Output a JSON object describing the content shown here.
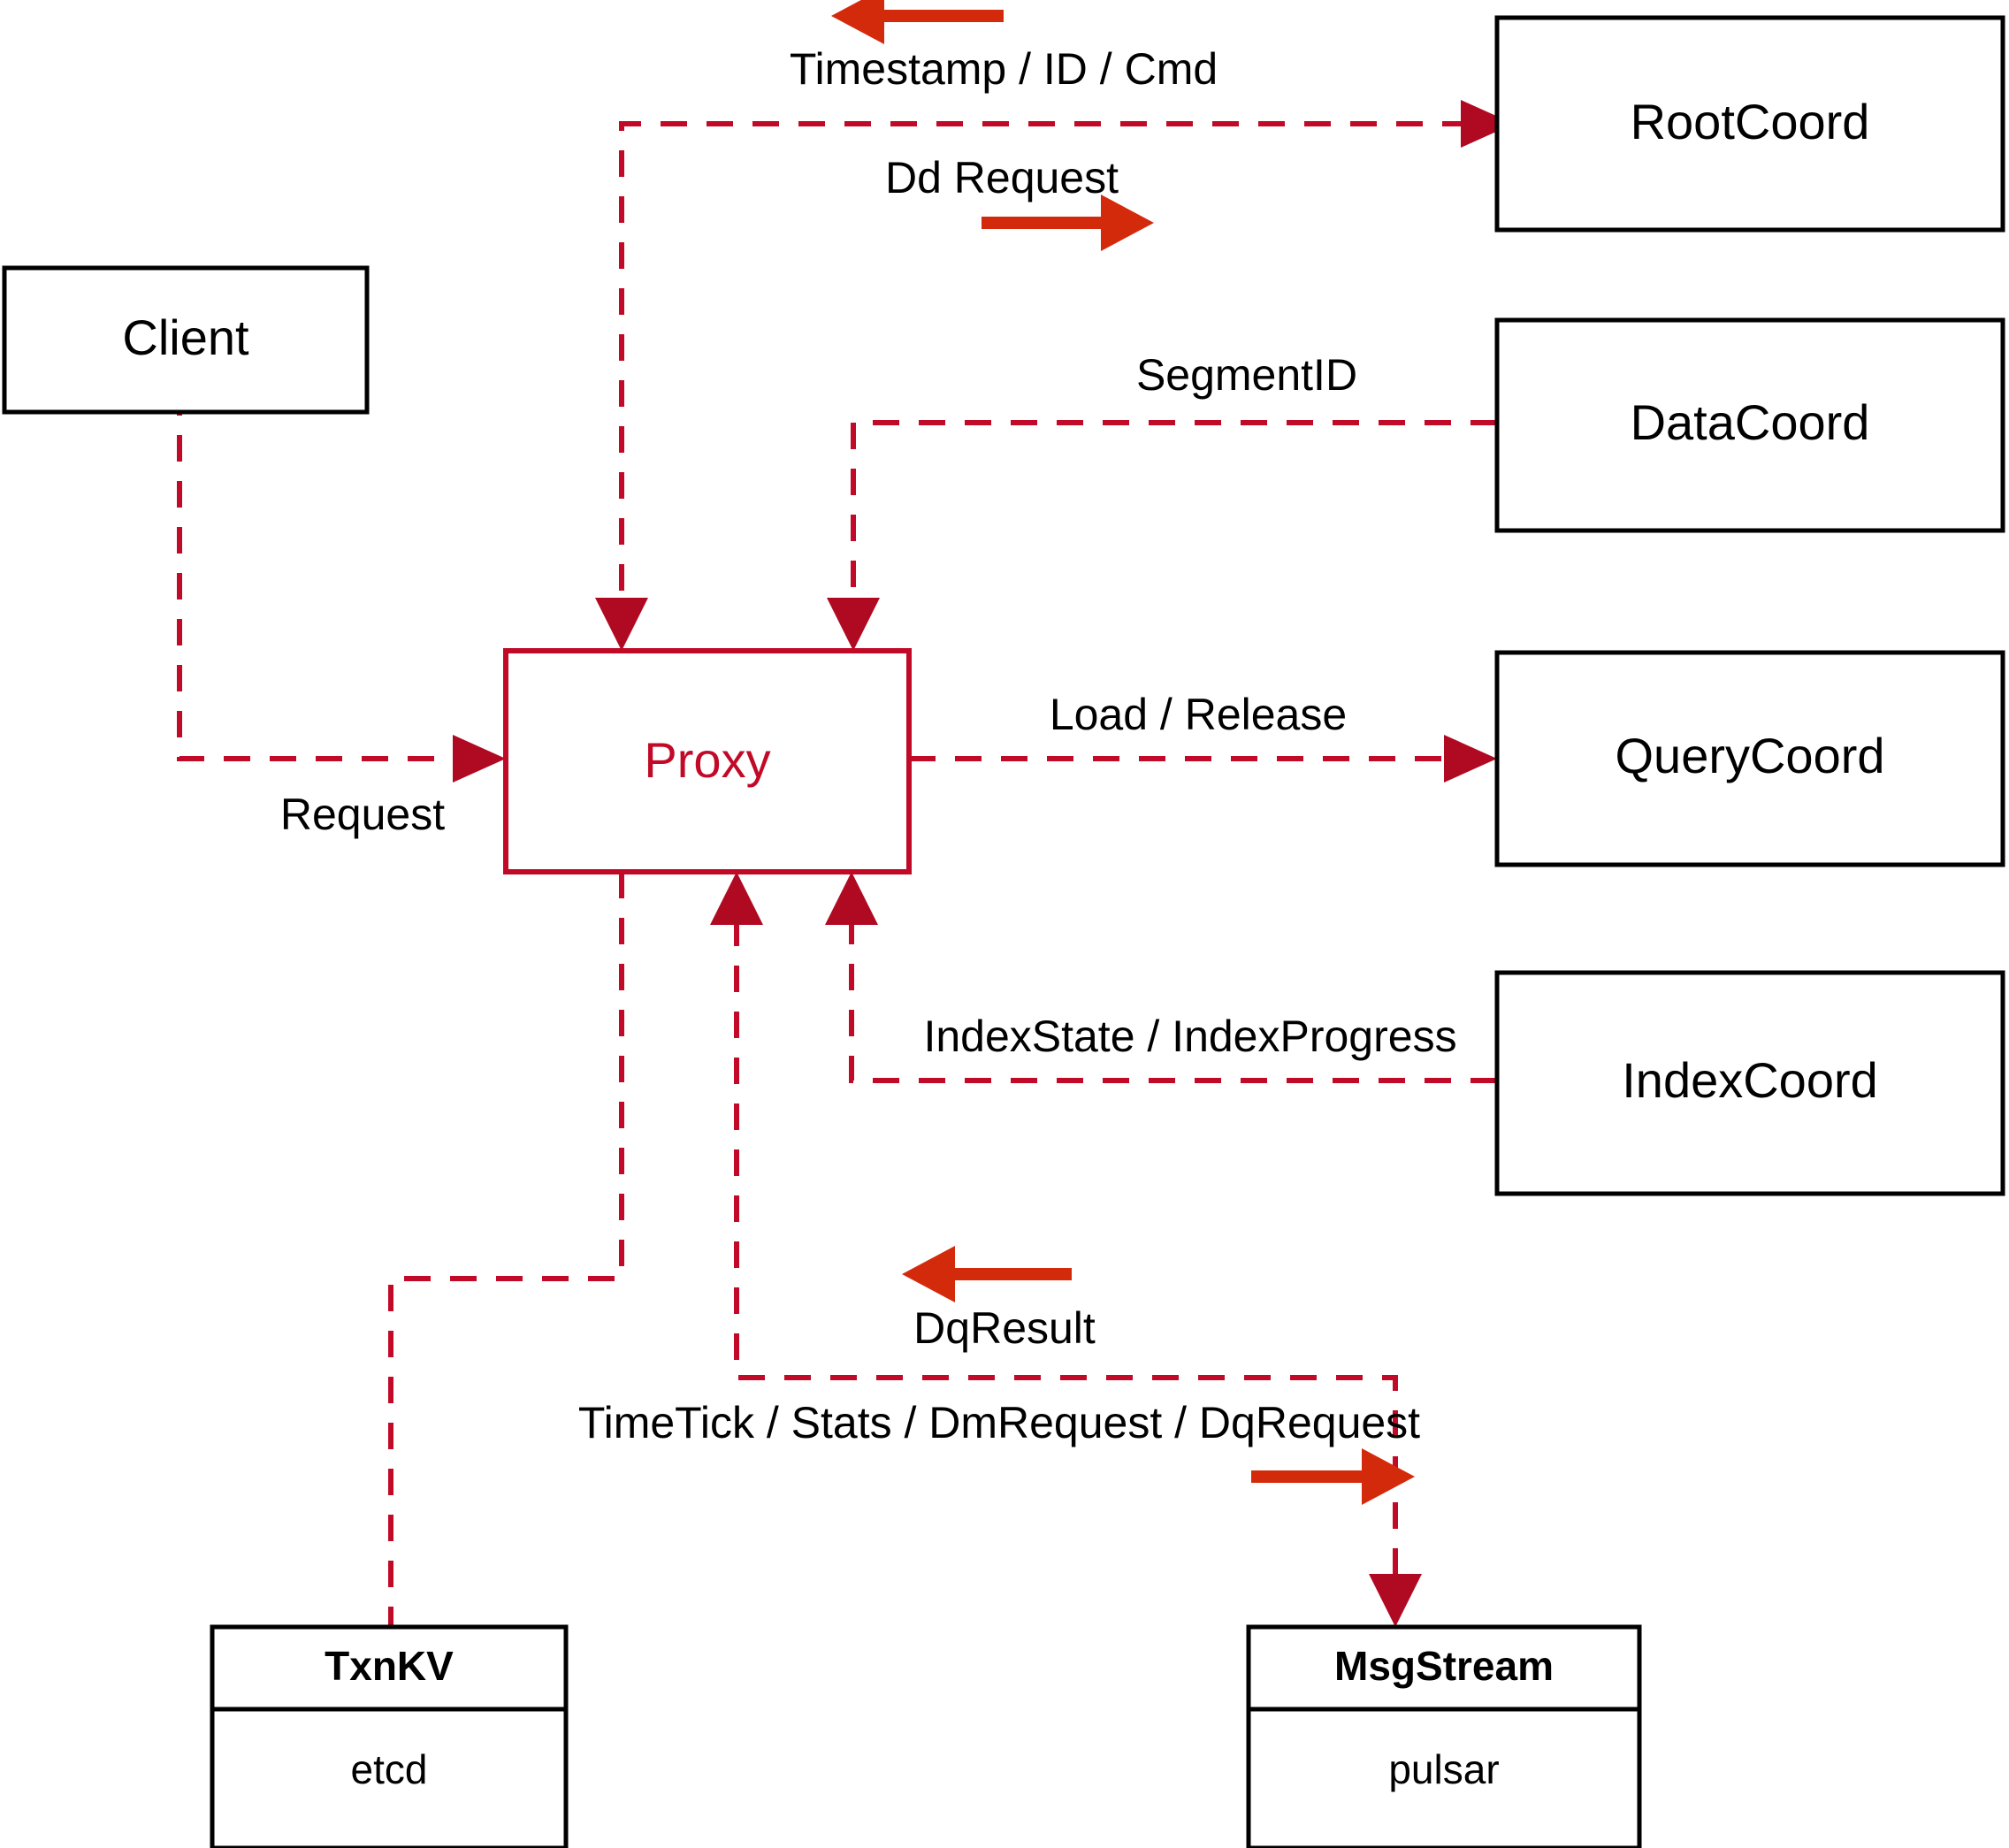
{
  "diagram": {
    "title": "Proxy component interaction diagram",
    "colors": {
      "node_stroke": "#000000",
      "proxy_stroke": "#C10A27",
      "edge_dashed": "#C10A27",
      "flow_arrow": "#D42A0C",
      "background": "#ffffff"
    },
    "nodes": [
      {
        "id": "client",
        "label": "Client",
        "style": "plain-black"
      },
      {
        "id": "proxy",
        "label": "Proxy",
        "style": "plain-red"
      },
      {
        "id": "rootcoord",
        "label": "RootCoord",
        "style": "plain-black"
      },
      {
        "id": "datacoord",
        "label": "DataCoord",
        "style": "plain-black"
      },
      {
        "id": "querycoord",
        "label": "QueryCoord",
        "style": "plain-black"
      },
      {
        "id": "indexcoord",
        "label": "IndexCoord",
        "style": "plain-black"
      },
      {
        "id": "txnkv",
        "label": "TxnKV",
        "sublabel": "etcd",
        "style": "two-compartment"
      },
      {
        "id": "msgstream",
        "label": "MsgStream",
        "sublabel": "pulsar",
        "style": "two-compartment"
      }
    ],
    "edges": [
      {
        "id": "e-timestamp",
        "label": "Timestamp / ID / Cmd",
        "from": "rootcoord",
        "to": "proxy",
        "direction": "left"
      },
      {
        "id": "e-ddrequest",
        "label": "Dd Request",
        "from": "proxy",
        "to": "rootcoord",
        "direction": "right"
      },
      {
        "id": "e-segmentid",
        "label": "SegmentID",
        "from": "datacoord",
        "to": "proxy",
        "direction": "left"
      },
      {
        "id": "e-request",
        "label": "Request",
        "from": "client",
        "to": "proxy",
        "direction": "right"
      },
      {
        "id": "e-loadrelease",
        "label": "Load / Release",
        "from": "proxy",
        "to": "querycoord",
        "direction": "right"
      },
      {
        "id": "e-indexstate",
        "label": "IndexState / IndexProgress",
        "from": "indexcoord",
        "to": "proxy",
        "direction": "left"
      },
      {
        "id": "e-dqresult",
        "label": "DqResult",
        "from": "msgstream",
        "to": "proxy",
        "direction": "left"
      },
      {
        "id": "e-timetick",
        "label": "TimeTick / Stats / DmRequest / DqRequest",
        "from": "proxy",
        "to": "msgstream",
        "direction": "right"
      },
      {
        "id": "e-txnkv",
        "label": "",
        "from": "proxy",
        "to": "txnkv",
        "direction": "none"
      }
    ]
  }
}
